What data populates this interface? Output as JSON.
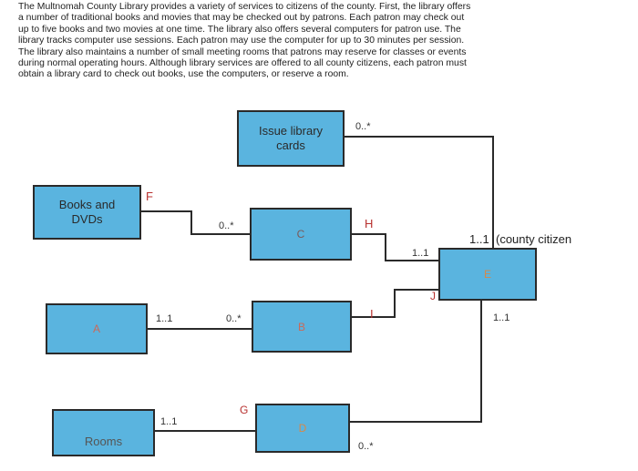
{
  "paragraph": [
    "The Multnomah County Library provides a variety of services to citizens of the county. First, the library offers",
    "a number of traditional books and movies that may be checked out by patrons. Each patron may check out",
    "up to five books and two movies at one time. The library also offers several computers for patron use. The",
    "library tracks computer use sessions. Each patron may use the computer for up to 30 minutes per session.",
    "The library also maintains a number of small meeting rooms that patrons may reserve for classes or events",
    "during normal operating hours. Although library services are offered to all county citizens, each patron must",
    "obtain a library card to check out books, use the computers, or reserve a room."
  ],
  "entities": {
    "issue": [
      "Issue library",
      "cards"
    ],
    "books": [
      "Books and",
      "DVDs"
    ],
    "c": "C",
    "e": "E",
    "a": "A",
    "b": "B",
    "rooms": "Rooms",
    "d": "D"
  },
  "labels": {
    "issue_card": "0..*",
    "f": "F",
    "c_left": "0..*",
    "h": "H",
    "c_right": "1..1",
    "e_top": "1..1",
    "e_top_note": "(county citizen",
    "j": "J",
    "e_bottom": "1..1",
    "a_right": "1..1",
    "b_left": "0..*",
    "i": "I",
    "g": "G",
    "rooms_right": "1..1",
    "d_bottom": "0..*"
  }
}
